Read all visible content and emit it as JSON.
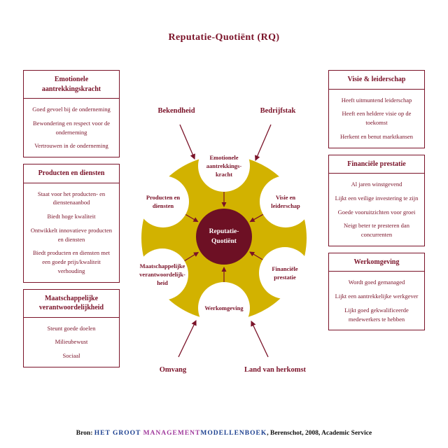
{
  "title": "Reputatie-Quotiënt (RQ)",
  "left": {
    "sections": [
      {
        "header": "Emotionele aantrekkingskracht",
        "items": [
          "Goed gevoel bij de onderneming",
          "Bewondering en respect voor de onderneming",
          "Vertrouwen in de onderneming"
        ]
      },
      {
        "header": "Producten en diensten",
        "items": [
          "Staat voor het producten- en dienstenaanbod",
          "Biedt hoge kwaliteit",
          "Ontwikkelt innovatieve producten en diensten",
          "Biedt producten en diensten met een goede prijs/kwaliteit verhouding"
        ]
      },
      {
        "header": "Maatschappelijke verantwoordelijkheid",
        "items": [
          "Steunt goede doelen",
          "Milieubewust",
          "Sociaal"
        ]
      }
    ]
  },
  "right": {
    "sections": [
      {
        "header": "Visie & leiderschap",
        "items": [
          "Heeft uitmuntend leiderschap",
          "Heeft een heldere visie op de toekomst",
          "Herkent en benut marktkansen"
        ]
      },
      {
        "header": "Financiële prestatie",
        "items": [
          "Al jaren winstgevend",
          "Lijkt een veilige investering te zijn",
          "Goede vooruitzichten voor groei",
          "Neigt beter te presteren dan concurrenten"
        ]
      },
      {
        "header": "Werkomgeving",
        "items": [
          "Wordt goed gemanaged",
          "Lijkt een aantrekkelijke werkgever",
          "Lijkt goed gekwalificeerde medewerkers te hebben"
        ]
      }
    ]
  },
  "diagram": {
    "center": "Reputatie-Quotiënt",
    "nodes": [
      "Emotionele aantrekkings-kracht",
      "Visie en leiderschap",
      "Financiële prestatie",
      "Werkomgeving",
      "Maatschappelijke verantwoordelijk-heid",
      "Producten en diensten"
    ],
    "externals": [
      "Bekendheid",
      "Bedrijfstak",
      "Omvang",
      "Land van herkomst"
    ],
    "colors": {
      "ring": "#d2b200",
      "center_fill": "#6d1024",
      "accent": "#7a1228"
    }
  },
  "source": {
    "prefix": "Bron: ",
    "seg_het_groot": "HET GROOT ",
    "seg_management": "MANAGEMENT",
    "seg_modellenboek": "MODELLENBOEK",
    "suffix": ", Berenschot, 2008, Academic Service"
  }
}
